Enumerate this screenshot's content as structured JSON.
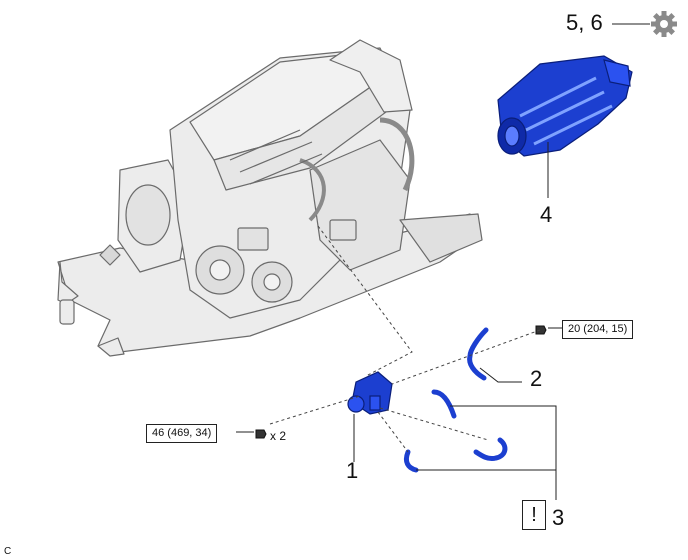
{
  "callouts": {
    "part_1": "1",
    "part_2": "2",
    "part_3": "3",
    "part_4": "4",
    "part_5_6": "5, 6"
  },
  "torque": {
    "upper_right": "20 (204, 15)",
    "left": "46 (469, 34)"
  },
  "quantity": "x 2",
  "notice_symbol": "!",
  "corner_label": "C",
  "colors": {
    "part_blue": "#1c3fd0",
    "engine_outline": "#6b6b6b",
    "engine_fill": "#e9e9e9",
    "gear_icon": "#8a8a8a"
  },
  "icons": [
    "gear-icon",
    "bolt-icon",
    "notice-icon"
  ]
}
